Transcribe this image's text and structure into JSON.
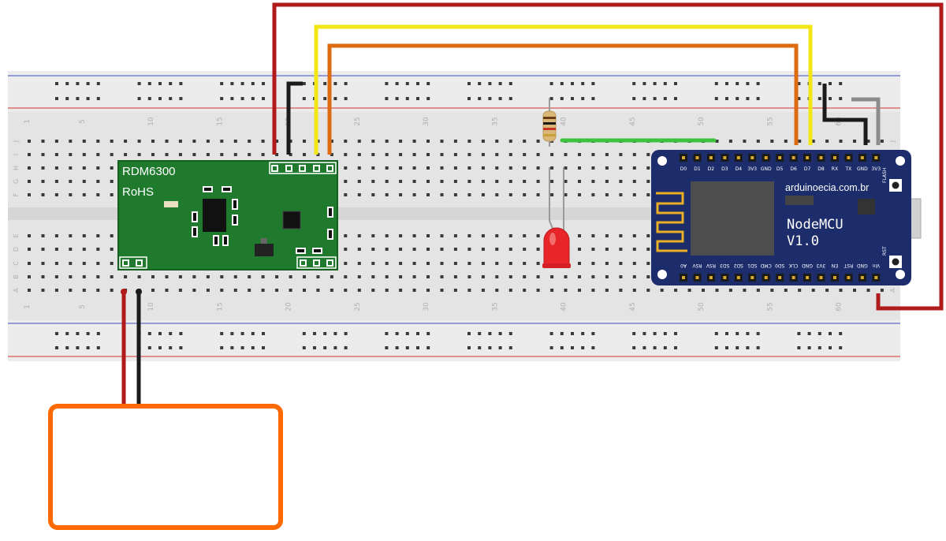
{
  "breadboard": {
    "row_letters_top": [
      "J",
      "I",
      "H",
      "G",
      "F"
    ],
    "row_letters_bottom": [
      "E",
      "D",
      "C",
      "B",
      "A"
    ],
    "column_numbers": [
      "1",
      "5",
      "10",
      "15",
      "20",
      "25",
      "30",
      "35",
      "40",
      "45",
      "50",
      "55",
      "60"
    ]
  },
  "rfid_module": {
    "name": "RDM6300",
    "subtitle": "RoHS"
  },
  "nodemcu": {
    "website": "arduinoecia.com.br",
    "title": "NodeMCU",
    "version": "V1.0",
    "top_pins": [
      "D0",
      "D1",
      "D2",
      "D3",
      "D4",
      "3V3",
      "GND",
      "D5",
      "D6",
      "D7",
      "D8",
      "RX",
      "TX",
      "GND",
      "3V3"
    ],
    "bottom_pins": [
      "A0",
      "RSV",
      "RSV",
      "SD3",
      "SD2",
      "SD1",
      "CMD",
      "SD0",
      "CLK",
      "GND",
      "3V3",
      "EN",
      "RST",
      "GND",
      "Vin"
    ],
    "flash_label": "FLASH",
    "rst_label": "RST"
  },
  "colors": {
    "wire_red": "#b11a1a",
    "wire_yellow": "#f3e616",
    "wire_orange": "#de6a12",
    "wire_black": "#1a1a1a",
    "wire_gray": "#8c8c8c",
    "wire_green": "#3cc23c",
    "rfid_pcb": "#1f7a2e",
    "nodemcu_pcb": "#1d2d6b",
    "antenna_coil": "#ff6a00",
    "led": "#e8262a"
  }
}
